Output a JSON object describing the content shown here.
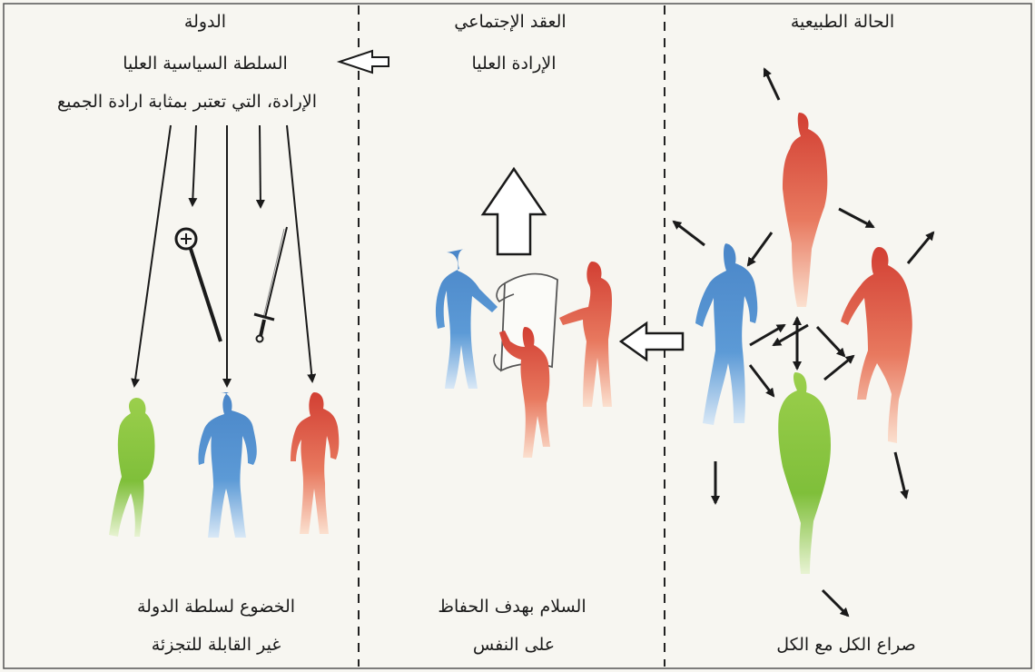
{
  "columns": {
    "state": {
      "title": "الدولة",
      "line1": "السلطة السياسية العليا",
      "line2": "الإرادة، التي تعتبر بمثابة ارادة الجميع",
      "footer1": "الخضوع لسلطة الدولة",
      "footer2": "غير القابلة للتجزئة"
    },
    "contract": {
      "title": "العقد الإجتماعي",
      "line1": "الإرادة العليا",
      "footer1": "السلام بهدف الحفاظ",
      "footer2": "على النفس"
    },
    "nature": {
      "title": "الحالة الطبيعية",
      "footer1": "صراع الكل مع الكل"
    }
  },
  "colors": {
    "blue": "#4f8fcf",
    "red": "#d9493a",
    "green": "#8cc63f",
    "skin": "#f6c9a8",
    "ink": "#1a1a1a",
    "border": "#555555"
  },
  "icons": {
    "crozier": "crozier-icon",
    "sword": "sword-icon",
    "scroll": "scroll-icon"
  }
}
